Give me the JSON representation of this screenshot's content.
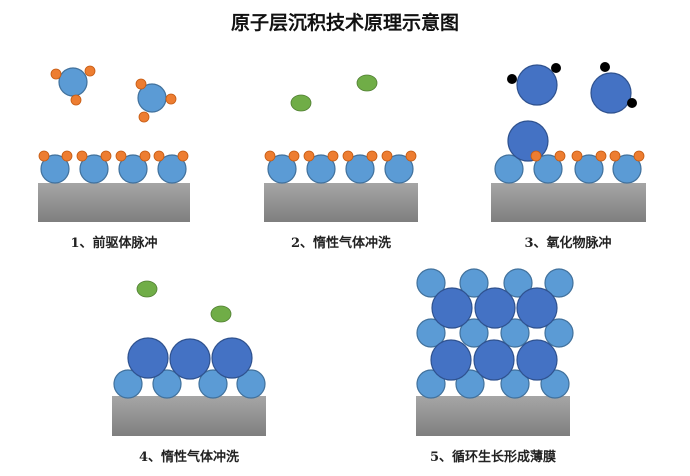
{
  "title": "原子层沉积技术原理示意图",
  "steps": [
    {
      "label": "1、前驱体脉冲"
    },
    {
      "label": "2、惰性气体冲洗"
    },
    {
      "label": "3、氧化物脉冲"
    },
    {
      "label": "4、惰性气体冲洗"
    },
    {
      "label": "5、循环生长形成薄膜"
    }
  ],
  "colors": {
    "substrate_top": "#a6a6a6",
    "substrate_bottom": "#7f7f7f",
    "metal_atom": "#5b9bd5",
    "oxygen_atom": "#4472c4",
    "ligand": "#ed7d31",
    "inert_gas": "#70ad47"
  }
}
